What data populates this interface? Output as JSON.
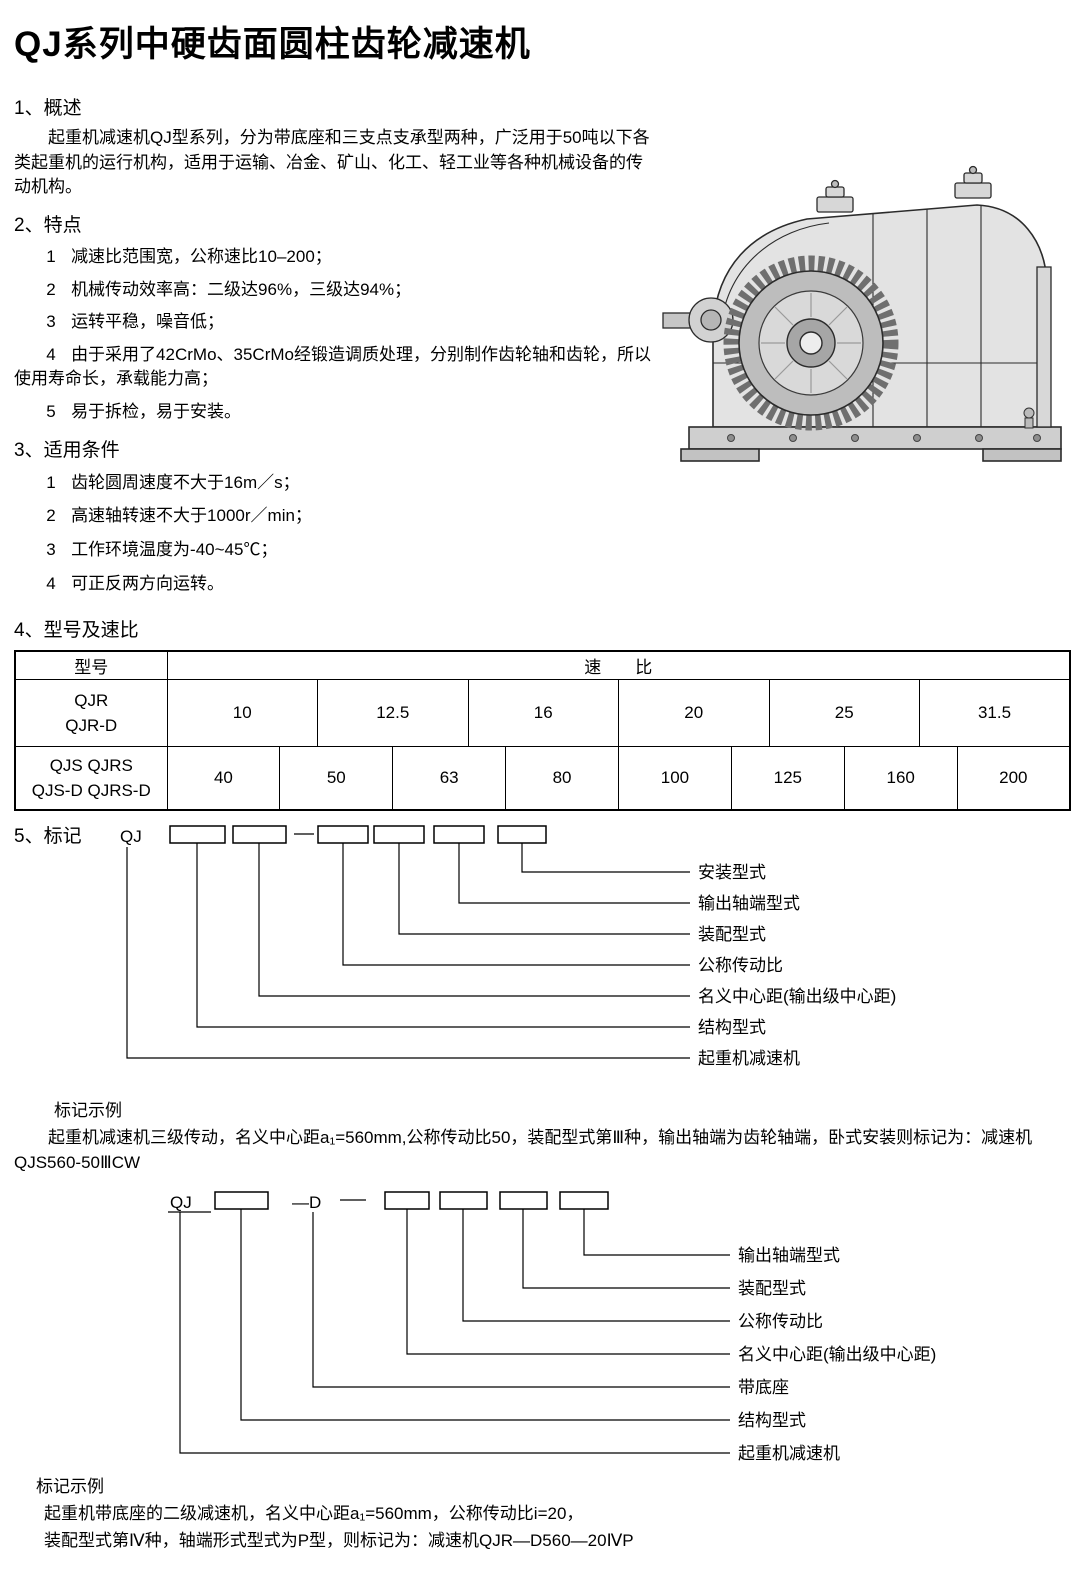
{
  "page": {
    "title": "QJ系列中硬齿面圆柱齿轮减速机"
  },
  "overview": {
    "heading": "1、概述",
    "body": "起重机减速机QJ型系列，分为带底座和三支点支承型两种，广泛用于50吨以下各类起重机的运行机构，适用于运输、冶金、矿山、化工、轻工业等各种机械设备的传动机构。"
  },
  "features": {
    "heading": "2、特点",
    "items": [
      {
        "num": "1",
        "text": "减速比范围宽，公称速比10–200；"
      },
      {
        "num": "2",
        "text": "机械传动效率高：二级达96%，三级达94%；"
      },
      {
        "num": "3",
        "text": "运转平稳，噪音低；"
      },
      {
        "num": "4",
        "text": "由于采用了42CrMo、35CrMo经锻造调质处理，分别制作齿轮轴和齿轮，所以使用寿命长，承载能力高；"
      },
      {
        "num": "5",
        "text": "易于拆检，易于安装。"
      }
    ]
  },
  "conditions": {
    "heading": "3、适用条件",
    "items": [
      {
        "num": "1",
        "text": "齿轮圆周速度不大于16m／s；"
      },
      {
        "num": "2",
        "text": "高速轴转速不大于1000r／min；"
      },
      {
        "num": "3",
        "text": "工作环境温度为-40~45℃；"
      },
      {
        "num": "4",
        "text": "可正反两方向运转。"
      }
    ]
  },
  "models": {
    "heading": "4、型号及速比",
    "table": {
      "model_header": "型号",
      "ratio_header": "速　　比",
      "rows": [
        {
          "line1": "QJR",
          "line2": "QJR-D",
          "ratios": [
            "10",
            "12.5",
            "16",
            "20",
            "25",
            "31.5"
          ]
        },
        {
          "line1": "QJS QJRS",
          "line2": "QJS-D QJRS-D",
          "ratios": [
            "40",
            "50",
            "63",
            "80",
            "100",
            "125",
            "160",
            "200"
          ]
        }
      ]
    }
  },
  "marking": {
    "heading": "5、标记",
    "prefix": "QJ",
    "diagram1": {
      "labels": [
        "安装型式",
        "输出轴端型式",
        "装配型式",
        "公称传动比",
        "名义中心距(输出级中心距)",
        "结构型式",
        "起重机减速机"
      ]
    },
    "example1": {
      "heading": "标记示例",
      "text": "起重机减速机三级传动，名义中心距a₁=560mm,公称传动比50，装配型式第Ⅲ种，输出轴端为齿轮轴端，卧式安装则标记为：减速机QJS560-50ⅢCW"
    },
    "diagram2": {
      "prefix": "QJ",
      "base_code": "—D",
      "labels": [
        "输出轴端型式",
        "装配型式",
        "公称传动比",
        "名义中心距(输出级中心距)",
        "带底座",
        "结构型式",
        "起重机减速机"
      ]
    },
    "example2": {
      "heading": "标记示例",
      "line1": "起重机带底座的二级减速机，名义中心距a₁=560mm，公称传动比i=20，",
      "line2": "装配型式第Ⅳ种，轴端形式型式为P型，则标记为：减速机QJR—D560—20ⅣP"
    }
  }
}
